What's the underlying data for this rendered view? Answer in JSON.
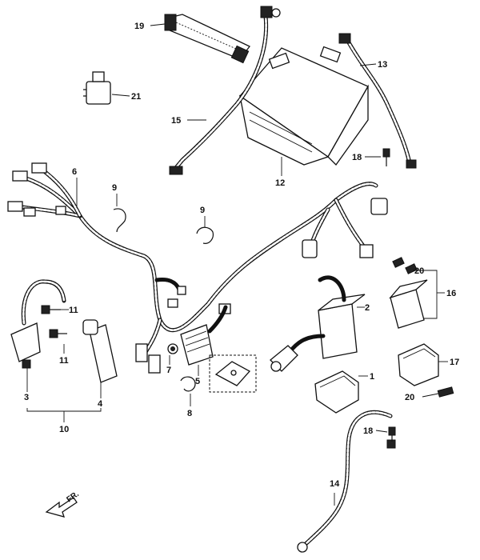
{
  "callouts": [
    "19",
    "21",
    "15",
    "12",
    "13",
    "18",
    "6",
    "9",
    "9",
    "20",
    "16",
    "2",
    "11",
    "11",
    "3",
    "4",
    "10",
    "7",
    "5",
    "8",
    "1",
    "17",
    "20",
    "18",
    "14"
  ],
  "fr_label": "FR."
}
